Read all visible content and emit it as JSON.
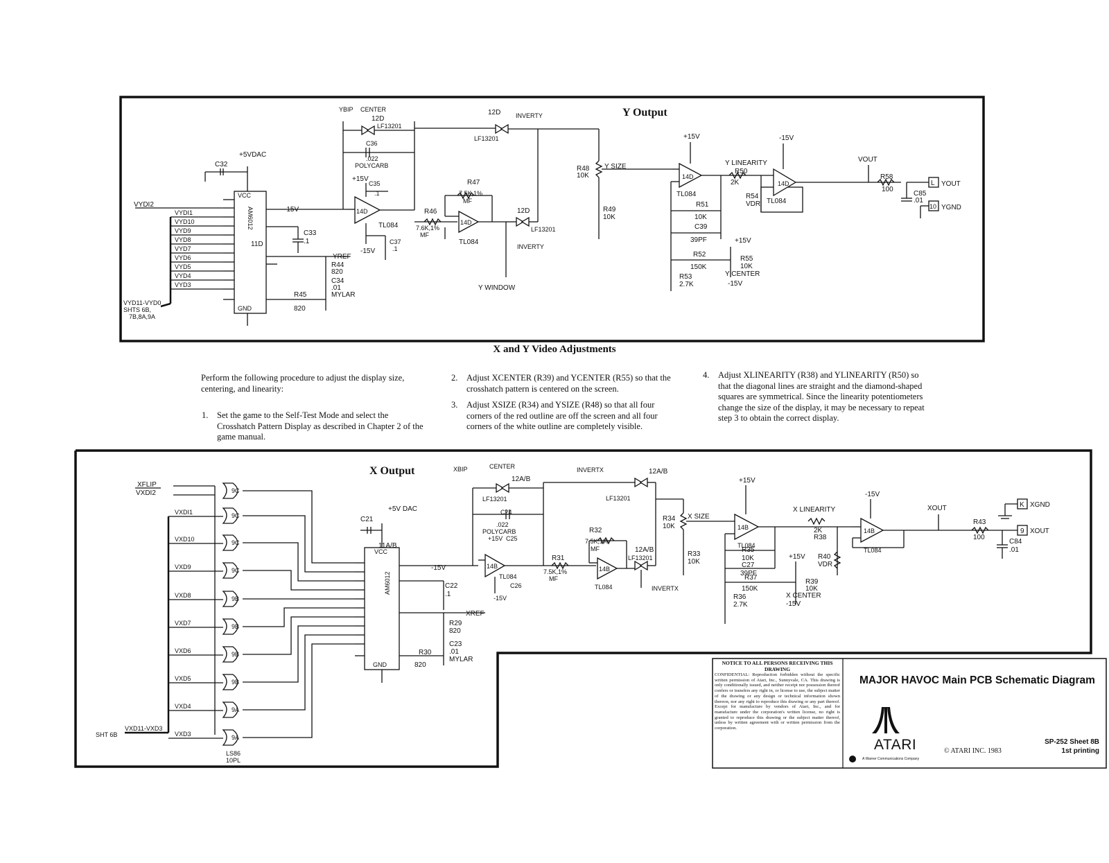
{
  "y_output": {
    "title": "Y Output",
    "labels": {
      "y_bip": "YBIP",
      "center": "CENTER",
      "lf_a": "LF13201",
      "lf_b": "LF13201",
      "lf_c": "LF13201",
      "ic_12d_a": "12D",
      "ic_12d_b": "12D",
      "ic_12d_c": "12D",
      "invert_y": "INVERTY",
      "invert_y2": "INVERTY",
      "c36": "C36",
      "c36_val": ".022",
      "polycarb": "POLYCARB",
      "vdac": "+5VDAC",
      "c32": "C32",
      "plus15": "+15V",
      "c35": "C35",
      "c35_val": ".1",
      "r47": "R47",
      "r47_val": "7.5K,1%",
      "mf1": "MF",
      "r46": "R46",
      "r46_val": "7.6K,1%",
      "mf2": "MF",
      "tl084_a": "TL084",
      "tl084_b": "TL084",
      "ic14d_a": "14D",
      "ic14d_b": "14D",
      "minus15_a": "-15V",
      "minus15_b": "-15V",
      "c37": "C37",
      "c37_val": ".1",
      "c33": "C33",
      "c33_val": ".1",
      "yref": "YREF",
      "r44": "R44",
      "r44_val": "820",
      "c34": "C34",
      "c34_val": ".01",
      "mylar": "MYLAR",
      "r45": "R45",
      "r45_val": "820",
      "y_window": "Y WINDOW",
      "vydi2": "VYDI2",
      "vydi1": "VYDI1",
      "vyd10": "VYD10",
      "vyd9": "VYD9",
      "vyd8": "VYD8",
      "vyd7": "VYD7",
      "vyd6": "VYD6",
      "vyd5": "VYD5",
      "vyd4": "VYD4",
      "vyd3": "VYD3",
      "bus_note": "VYD11-VYD0",
      "bus_note2": "SHTS 6B,",
      "bus_note3": "7B,8A,9A",
      "dac_ic": "11D",
      "dac_name": "AM6012",
      "r48": "R48",
      "r48_val": "10K",
      "y_size": "Y SIZE",
      "r49": "R49",
      "r49_val": "10K",
      "plus15_b": "+15V",
      "ic14d_c": "14D",
      "tl084_c": "TL084",
      "y_linearity": "Y LINEARITY",
      "r50": "R50",
      "r50_val": "2K",
      "r54": "R54",
      "vdr": "VDR",
      "r51": "R51",
      "r51_val": "10K",
      "c39": "C39",
      "c39_val": "39PF",
      "r52": "R52",
      "r52_val": "150K",
      "r53": "R53",
      "r53_val": "2.7K",
      "r55": "R55",
      "r55_val": "10K",
      "y_center": "Y CENTER",
      "minus15_c": "-15V",
      "plus15_c": "+15V",
      "minus15_d": "-15V",
      "ic14d_d": "14D",
      "tl084_d": "TL084",
      "vout": "VOUT",
      "r58": "R58",
      "r58_val": "100",
      "c85": "C85",
      "c85_val": ".01",
      "pin_l": "L",
      "pin_10": "10",
      "yout": "YOUT",
      "ygnd": "YGND"
    }
  },
  "instructions": {
    "heading": "X and Y Video Adjustments",
    "intro": "Perform the following procedure to adjust the display size, centering, and linearity:",
    "steps": [
      {
        "num": "1.",
        "text": "Set the game to the Self-Test Mode and select the Crosshatch Pattern Display as described in Chapter 2 of the game manual."
      },
      {
        "num": "2.",
        "text": "Adjust XCENTER (R39) and YCENTER (R55) so that the crosshatch pattern is centered on the screen."
      },
      {
        "num": "3.",
        "text": "Adjust XSIZE (R34) and YSIZE (R48) so that all four corners of the red outline are off the screen and all four corners of the white outline are completely visible."
      },
      {
        "num": "4.",
        "text": "Adjust XLINEARITY (R38) and YLINEARITY (R50) so that the diagonal lines are straight and the diamond-shaped squares are symmetrical. Since the linearity potentiometers change the size of the display, it may be necessary to repeat step 3 to obtain the correct display."
      }
    ]
  },
  "x_output": {
    "title": "X Output",
    "labels": {
      "xflip": "XFLIP",
      "vxdi2": "VXDI2",
      "vxdi1": "VXDI1",
      "vxd10": "VXD10",
      "vxd9": "VXD9",
      "vxd8": "VXD8",
      "vxd7": "VXD7",
      "vxd6": "VXD6",
      "vxd5": "VXD5",
      "vxd4": "VXD4",
      "vxd3": "VXD3",
      "sht": "SHT 6B",
      "bus": "VXD11-VXD3",
      "g9c": "9C",
      "g9b": "9B",
      "g9a": "9A",
      "ls86": "LS86",
      "opl": "10PL",
      "c21": "C21",
      "vdac": "+5V DAC",
      "dac_ic": "11A/B",
      "dac_name": "AM6012",
      "x_bip": "XBIP",
      "center": "CENTER",
      "ic12ab_a": "12A/B",
      "ic12ab_b": "12A/B",
      "ic12ab_c": "12A/B",
      "lf_a": "LF13201",
      "lf_b": "LF13201",
      "lf_c": "LF13201",
      "invert_x": "INVERTX",
      "invert_x2": "INVERTX",
      "c24": "C24",
      "c24_val": ".022",
      "polycarb": "POLYCARB",
      "plus15": "+15V",
      "c25": "C25",
      "r32": "R32",
      "r32_val": "7.5K,1%",
      "mf1": "MF",
      "r31": "R31",
      "r31_val": "7.5K,1%",
      "mf2": "MF",
      "ic14b_a": "14B",
      "ic14b_b": "14B",
      "tl084_a": "TL084",
      "tl084_b": "TL084",
      "c26": "C26",
      "minus15_a": "-15V",
      "minus15_b": "-15V",
      "c22": "C22",
      "c22_val": ".1",
      "xref": "XREF",
      "r29": "R29",
      "r29_val": "820",
      "c23": "C23",
      "c23_val": ".01",
      "mylar": "MYLAR",
      "r30": "R30",
      "r30_val": "820",
      "r34": "R34",
      "r34_val": "10K",
      "x_size": "X SIZE",
      "r33": "R33",
      "r33_val": "10K",
      "plus15_b": "+15V",
      "ic14b_c": "14B",
      "tl084_c": "TL084",
      "x_linearity": "X LINEARITY",
      "r38": "R38",
      "r38_val": "2K",
      "r35": "R35",
      "r35_val": "10K",
      "c27": "C27",
      "c27_val": "39PF",
      "r37": "R37",
      "r37_val": "150K",
      "r36": "R36",
      "r36_val": "2.7K",
      "r40": "R40",
      "vdr": "VDR",
      "plus15_c": "+15V",
      "r39": "R39",
      "r39_val": "10K",
      "x_center": "X CENTER",
      "minus15_c": "-15V",
      "minus15_d": "-15V",
      "ic14b_d": "14B",
      "tl084_d": "TL084",
      "xout": "XOUT",
      "r43": "R43",
      "r43_val": "100",
      "c84": "C84",
      "c84_val": ".01",
      "pin_k": "K",
      "pin_9": "9",
      "xgnd": "XGND",
      "xout_pin": "XOUT"
    }
  },
  "title_block": {
    "notice_heading": "NOTICE TO ALL PERSONS RECEIVING THIS DRAWING",
    "notice_text": "CONFIDENTIAL: Reproduction forbidden without the specific written permission of Atari, Inc., Sunnyvale, CA. This drawing is only conditionally issued, and neither receipt nor possession thereof confers or transfers any right in, or license to use, the subject matter of the drawing or any design or technical information shown thereon, nor any right to reproduce this drawing or any part thereof. Except for manufacture by vendors of Atari, Inc., and for manufacture under the corporation's written license, no right is granted to reproduce this drawing or the subject matter thereof, unless by written agreement with or written permission from the corporation.",
    "title": "MAJOR HAVOC Main PCB Schematic Diagram",
    "brand": "ATARI",
    "wcc": "A Warner Communications Company",
    "copyright": "© ATARI INC. 1983",
    "sheet_line1": "SP-252   Sheet 8B",
    "sheet_line2": "1st printing"
  }
}
